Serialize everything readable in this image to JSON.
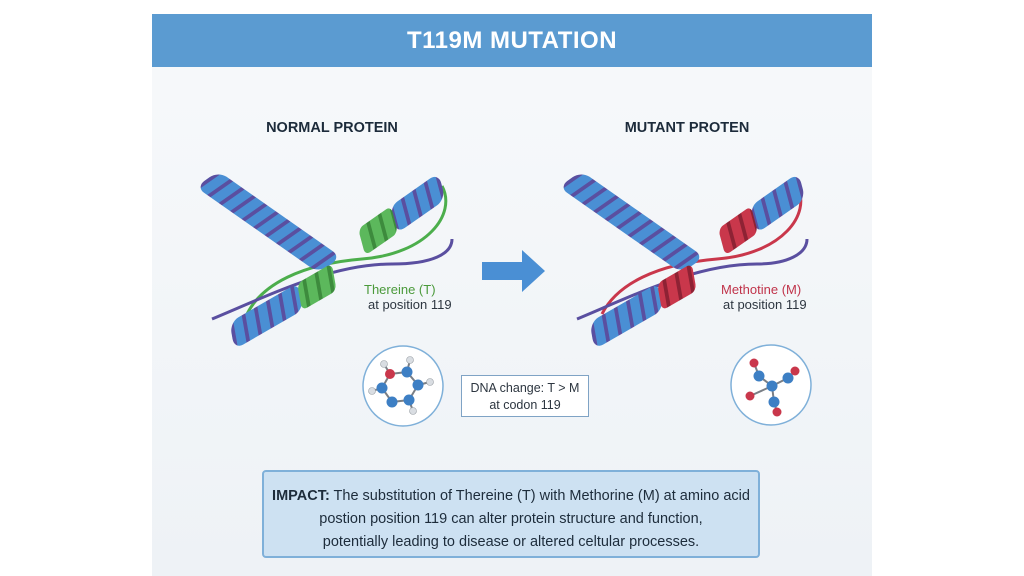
{
  "title": "T119M MUTATION",
  "normal": {
    "heading": "NORMAL PROTEIN",
    "residue_label": "Thereine (T)",
    "position_label": "at position 119"
  },
  "mutant": {
    "heading": "MUTANT PROTEN",
    "residue_label": "Methotine (M)",
    "position_label": "at position 119"
  },
  "dna_change": {
    "line1": "DNA change: T > M",
    "line2": "at codon 119"
  },
  "impact": {
    "label": "IMPACT:",
    "line1": " The substitution of Thereine (T) with Methorine (M) at amino acid",
    "line2": "postion position 119 can alter protein structure and function,",
    "line3": "potentially leading to disease or altered celtular processes."
  },
  "colors": {
    "banner": "#5b9bd1",
    "helix": "#4a8fd4",
    "helix_dark": "#5a4fa0",
    "normal_highlight": "#5cb85c",
    "mutant_highlight": "#c9374b",
    "arrow": "#4a8fd4"
  },
  "icons": [
    "arrow-right-icon",
    "molecule-icon"
  ]
}
